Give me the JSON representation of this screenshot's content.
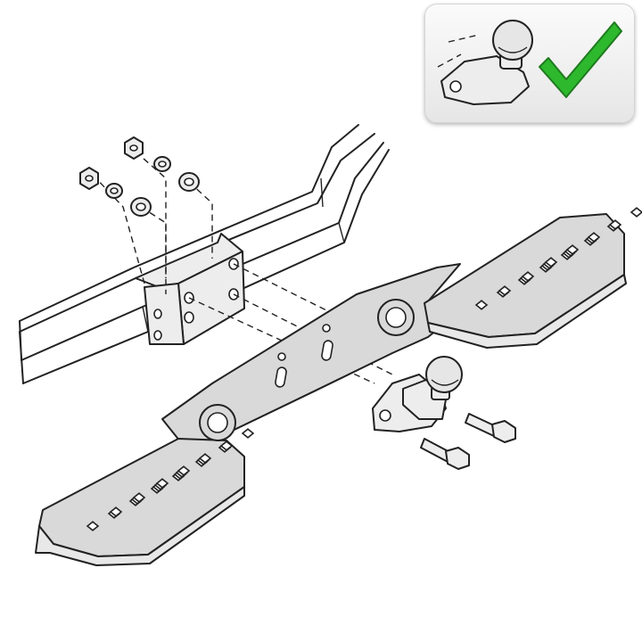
{
  "badge": {
    "check_color": "#2db82d",
    "icon": "check-mark-icon",
    "illustration": "tow-ball-icon"
  },
  "parts": [
    "chassis-frame",
    "mounting-bracket",
    "step-bumper-bar",
    "tow-ball-mount",
    "mounting-bolt",
    "hex-nut",
    "lock-washer",
    "flat-washer"
  ]
}
